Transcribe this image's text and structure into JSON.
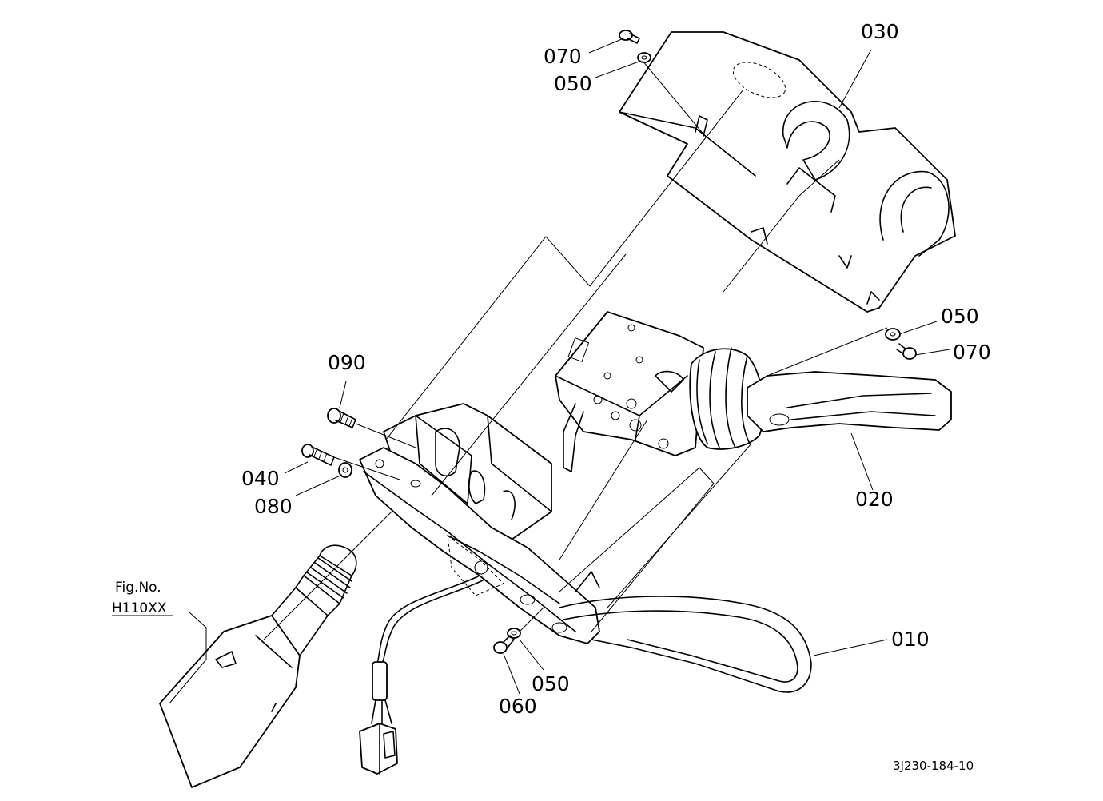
{
  "diagram": {
    "callouts": {
      "c010": "010",
      "c020": "020",
      "c030": "030",
      "c040": "040",
      "c050a": "050",
      "c050b": "050",
      "c050c": "050",
      "c060": "060",
      "c070a": "070",
      "c070b": "070",
      "c080": "080",
      "c090": "090"
    },
    "figure_ref": {
      "prefix": "Fig.No.",
      "number": "H110XX"
    },
    "drawing_code": "3J230-184-10"
  }
}
